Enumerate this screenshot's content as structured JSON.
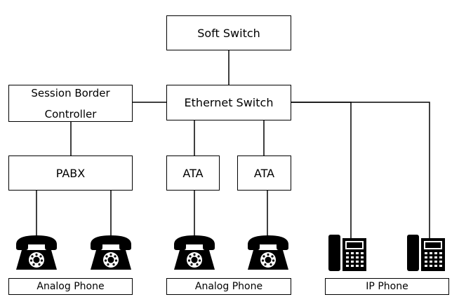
{
  "nodes": {
    "soft_switch": "Soft Switch",
    "ethernet_switch": "Ethernet Switch",
    "sbc_line1": "Session Border",
    "sbc_line2": "Controller",
    "pabx": "PABX",
    "ata_1": "ATA",
    "ata_2": "ATA"
  },
  "groups": {
    "analog_phone_1": "Analog Phone",
    "analog_phone_2": "Analog Phone",
    "ip_phone": "IP Phone"
  },
  "icons": {
    "analog_phone": "analog-telephone-icon",
    "ip_phone": "ip-desk-phone-icon"
  }
}
